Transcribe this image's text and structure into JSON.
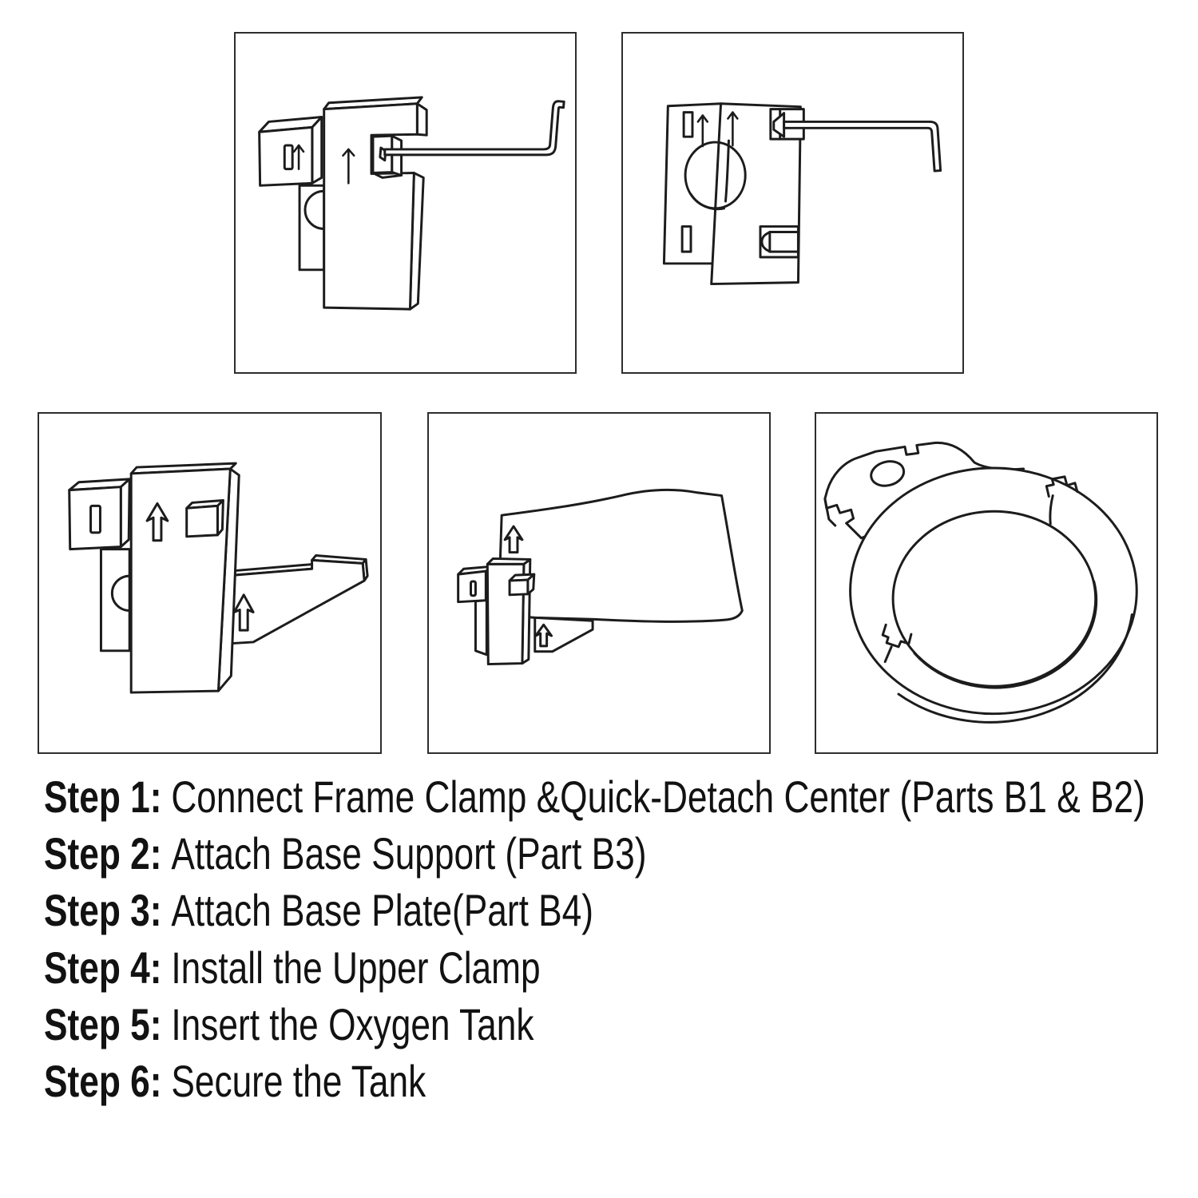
{
  "document": {
    "kind": "assembly-instructions",
    "subject": "oxygen-tank-mount"
  },
  "steps": [
    {
      "label": "Step 1:",
      "text": "Connect Frame Clamp &Quick-Detach Center (Parts B1 & B2)"
    },
    {
      "label": "Step 2:",
      "text": "Attach Base Support (Part B3)"
    },
    {
      "label": "Step 3:",
      "text": "Attach Base Plate(Part B4)"
    },
    {
      "label": "Step 4:",
      "text": "Install the Upper Clamp"
    },
    {
      "label": "Step 5:",
      "text": "Insert the Oxygen Tank"
    },
    {
      "label": "Step 6:",
      "text": "Secure the Tank"
    }
  ],
  "figures": [
    {
      "id": "frame-clamp-quick-detach-side-view",
      "parts": [
        "B1",
        "B2"
      ],
      "tools": [
        "hex-key"
      ]
    },
    {
      "id": "frame-clamp-quick-detach-front-view",
      "parts": [
        "B1",
        "B2"
      ],
      "tools": [
        "hex-key"
      ]
    },
    {
      "id": "base-support-attached",
      "parts": [
        "B3"
      ]
    },
    {
      "id": "base-plate-attached",
      "parts": [
        "B4"
      ]
    },
    {
      "id": "upper-clamp-part",
      "parts": []
    }
  ],
  "icons": {
    "up_arrow": "↑",
    "hollow_up_arrow": "⇧",
    "hex_key": "L-wrench"
  },
  "colors": {
    "background": "#ffffff",
    "line_art": "#1c1c1c",
    "panel_border": "#2e2e2e",
    "text": "#121212"
  }
}
